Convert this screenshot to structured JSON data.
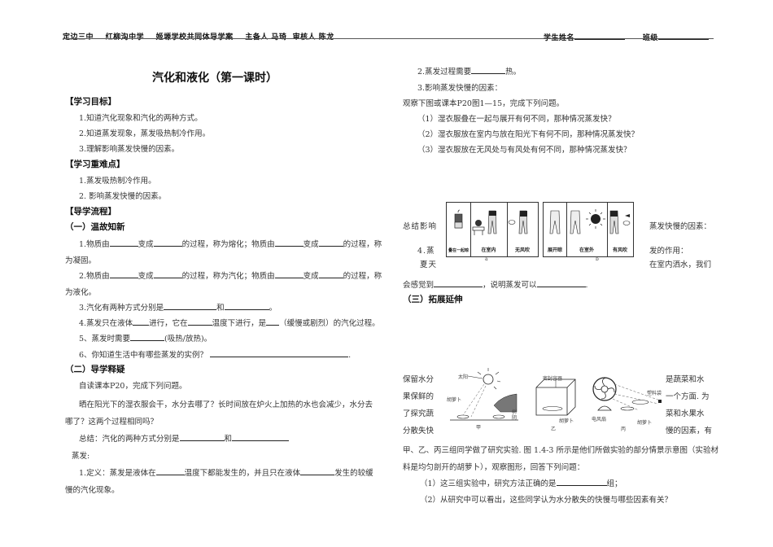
{
  "header": {
    "schools": [
      "定边三中",
      "红柳沟中学",
      "姬塬学校共同体导学案"
    ],
    "preparer_label": "主备人",
    "preparer": "马琦",
    "reviewer_label": "审核人",
    "reviewer": "陈龙",
    "student_name_label": "学生姓名",
    "class_label": "班级"
  },
  "left": {
    "title": "汽化和液化（第一课时）",
    "goals_heading": "【学习目标】",
    "goals": [
      "1.知道汽化现象和汽化的两种方式。",
      "2.知道蒸发现象，蒸发吸热制冷作用。",
      "3.理解影响蒸发快慢的因素。"
    ],
    "keypoints_heading": "【学习重难点】",
    "keypoints": [
      "1.蒸发吸热制冷作用。",
      "2.  影响蒸发快慢的因素。"
    ],
    "process_heading": "【导学流程】",
    "review_heading": "（一）温故知新",
    "review": {
      "q1_a": "1.物质由",
      "q1_b": "变成",
      "q1_c": "的过程，称为熔化；物质由",
      "q1_d": "变成",
      "q1_e": "的过程，称",
      "q1_cont": "为凝固。",
      "q2_a": "2.物质由",
      "q2_b": "变成",
      "q2_c": "的过程，称为汽化；物质由",
      "q2_d": "变成",
      "q2_e": "的过程，称",
      "q2_cont": "为液化。",
      "q3_a": "3.汽化有两种方式分别是",
      "q3_b": "和",
      "q3_c": "。",
      "q4_a": "4.蒸发只在液体",
      "q4_b": "进行，它在",
      "q4_c": "温度下进行，是",
      "q4_d": "（缓慢或剧烈）的汽化过程。",
      "q5_a": "5、蒸发时需要",
      "q5_b": "(吸热/放热)。",
      "q6_a": "6、你知道生活中有哪些蒸发的实例？",
      "q6_b": "."
    },
    "guide_heading": "（二）导学释疑",
    "guide": {
      "intro": "自读课本P20，完成下列问题。",
      "question_line1": "晒在阳光下的湿衣服会干，水分去哪了？长时间放在炉火上加热的水也会减少，水分去",
      "question_line2": "哪了？这两个过程相同吗？",
      "summary_a": "总结：汽化的两种方式分别是",
      "summary_b": "和",
      "evap_label": "蒸发:",
      "def_a": "1.定义：蒸发是液体在",
      "def_b": "温度下都能发生的，并且只在液体",
      "def_c": "发生的较缓",
      "def_cont": "慢的汽化现象。"
    }
  },
  "right": {
    "q2_a": "2.蒸发过程需要",
    "q2_b": "热。",
    "q3": "3.影响蒸发快慢的因素：",
    "observe": "观察下图或课本P20图1—15，完成下列问题。",
    "sub_questions": [
      "（1）湿衣服叠在一起与展开有何不同，那种情况蒸发快？",
      "（2）湿衣服放在室内与放在阳光下有何不同，那种情况蒸发快？",
      "（3）湿衣服放在无风处与有风处有何不同，那种情况蒸发快？"
    ],
    "wrap_left": [
      "总结影响",
      "4.蒸",
      "夏天"
    ],
    "wrap_right": [
      "蒸发快慢的因素：",
      "发的作用：",
      "在室内洒水，我们"
    ],
    "feel_a": "会感觉到",
    "feel_b": "，说明蒸发可以",
    "feel_c": ".",
    "figure_a": {
      "label": "a",
      "panels": [
        "叠在一起晾",
        "在室内",
        "无风吹"
      ]
    },
    "figure_b": {
      "label": "b",
      "panels": [
        "展开晾",
        "在室外",
        "有风吹"
      ]
    },
    "extend_heading": "（三）拓展延伸",
    "extend_wrap_left": [
      "保留水分",
      "果保鲜的",
      "了探究蔬",
      "分散失快"
    ],
    "extend_wrap_right": [
      "是蔬菜和水",
      "一个方面. 为",
      "菜和水果水",
      "慢的因素，有"
    ],
    "experiment_figure": {
      "groups": [
        {
          "label": "甲",
          "annotations": [
            "太阳",
            "胡萝卜",
            "树阴"
          ]
        },
        {
          "label": "乙",
          "annotations": [
            "密封容器",
            "胡萝卜"
          ]
        },
        {
          "label": "丙",
          "annotations": [
            "电风扇",
            "塑料袋",
            "胡萝卜"
          ]
        }
      ]
    },
    "para_line1": "甲、乙、丙三组同学做了研究实验. 图 1.4-3 所示是他们所做实验的部分情景示意图（实验材",
    "para_line2": "料是均匀剖开的胡萝卜），观察图形，回答下列问题：",
    "ext_q1_a": "（1）这三组实验中，研究方法正确的是",
    "ext_q1_b": "组；",
    "ext_q2": "（2）从研究中可以看出，这些同学认为水分散失的快慢与哪些因素有关？"
  }
}
